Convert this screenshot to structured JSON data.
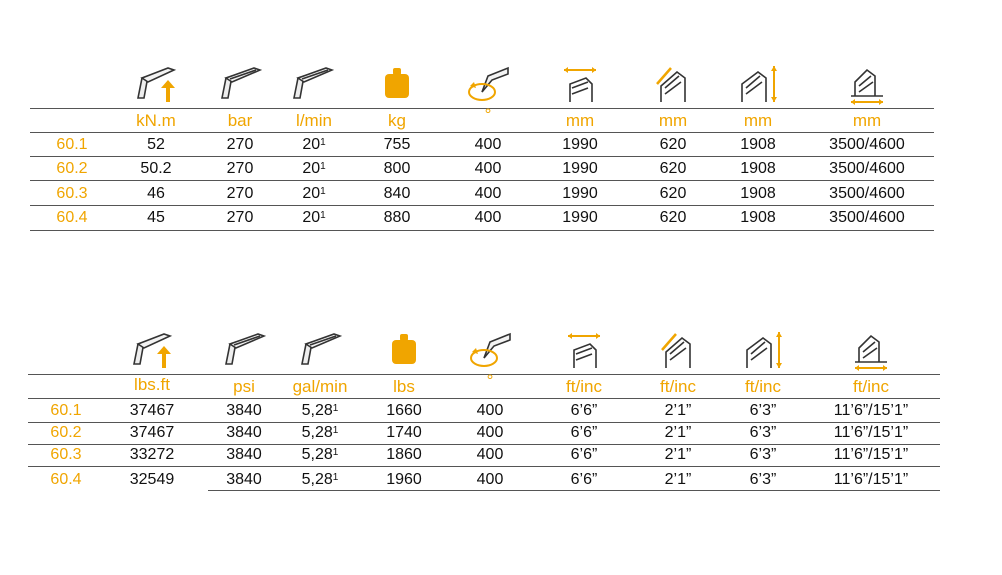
{
  "icons": [
    "crane-lift-moment-icon",
    "crane-pressure-icon",
    "crane-flow-icon",
    "weight-icon",
    "slewing-icon",
    "crane-width-icon",
    "crane-extension-icon",
    "crane-height-icon",
    "crane-stabilizer-spread-icon"
  ],
  "colors": {
    "accent": "#f0a500",
    "text": "#111111",
    "line": "#555555"
  },
  "metric": {
    "units": [
      "kN.m",
      "bar",
      "l/min",
      "kg",
      "°",
      "mm",
      "mm",
      "mm",
      "mm"
    ],
    "rows": [
      {
        "model": "60.1",
        "values": [
          "52",
          "270",
          "20",
          "755",
          "400",
          "1990",
          "620",
          "1908",
          "3500/4600"
        ]
      },
      {
        "model": "60.2",
        "values": [
          "50.2",
          "270",
          "20",
          "800",
          "400",
          "1990",
          "620",
          "1908",
          "3500/4600"
        ]
      },
      {
        "model": "60.3",
        "values": [
          "46",
          "270",
          "20",
          "840",
          "400",
          "1990",
          "620",
          "1908",
          "3500/4600"
        ]
      },
      {
        "model": "60.4",
        "values": [
          "45",
          "270",
          "20",
          "880",
          "400",
          "1990",
          "620",
          "1908",
          "3500/4600"
        ]
      }
    ],
    "footnote_mark": "1"
  },
  "imperial": {
    "units": [
      "lbs.ft",
      "psi",
      "gal/min",
      "lbs",
      "°",
      "ft/inc",
      "ft/inc",
      "ft/inc",
      "ft/inc"
    ],
    "rows": [
      {
        "model": "60.1",
        "values": [
          "37467",
          "3840",
          "5,28",
          "1660",
          "400",
          "6’6”",
          "2’1”",
          "6’3”",
          "11’6”/15’1”"
        ]
      },
      {
        "model": "60.2",
        "values": [
          "37467",
          "3840",
          "5,28",
          "1740",
          "400",
          "6’6”",
          "2’1”",
          "6’3”",
          "11’6”/15’1”"
        ]
      },
      {
        "model": "60.3",
        "values": [
          "33272",
          "3840",
          "5,28",
          "1860",
          "400",
          "6’6”",
          "2’1”",
          "6’3”",
          "11’6”/15’1”"
        ]
      },
      {
        "model": "60.4",
        "values": [
          "32549",
          "3840",
          "5,28",
          "1960",
          "400",
          "6’6”",
          "2’1”",
          "6’3”",
          "11’6”/15’1”"
        ]
      }
    ],
    "footnote_mark": "1"
  }
}
